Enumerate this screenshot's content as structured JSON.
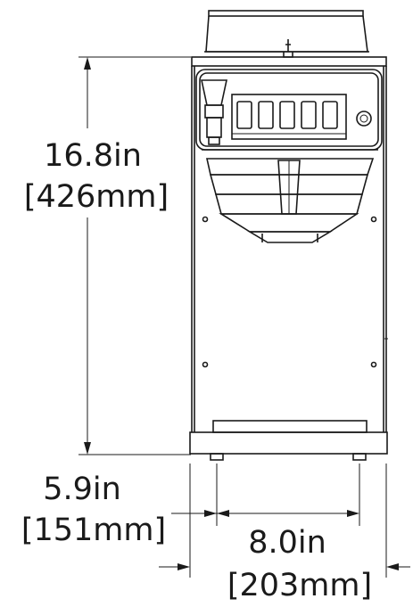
{
  "dimensions": {
    "height": {
      "imperial": "16.8in",
      "metric": "[426mm]"
    },
    "depth": {
      "imperial": "5.9in",
      "metric": "[151mm]"
    },
    "width": {
      "imperial": "8.0in",
      "metric": "[203mm]"
    }
  },
  "panel": {
    "display_digits": 5
  },
  "colors": {
    "line": "#1a1a1a",
    "background": "#ffffff"
  }
}
